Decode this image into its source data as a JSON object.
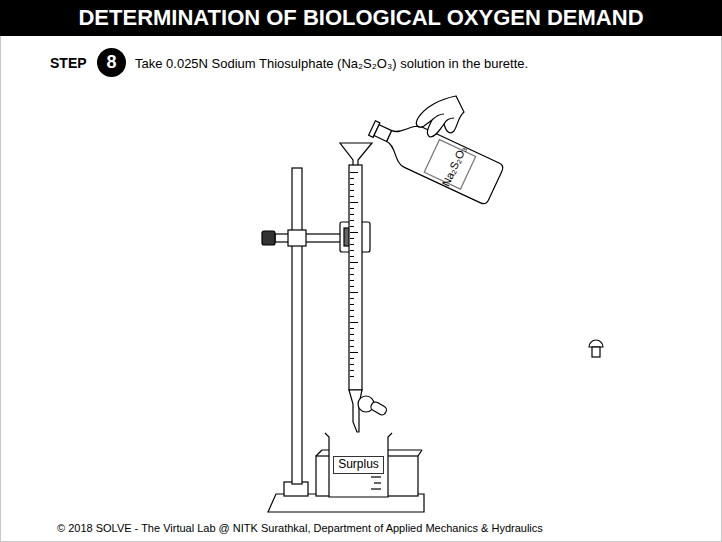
{
  "diagram": {
    "title": "DETERMINATION OF BIOLOGICAL OXYGEN DEMAND",
    "caption": "© 2018 SOLVE - The Virtual Lab @ NITK Surathkal, Department of Applied Mechanics & Hydraulics",
    "nodes": [
      {
        "text": [
          "8"
        ]
      },
      {
        "text": [
          "Surplus"
        ]
      }
    ],
    "labels": [
      "STEP",
      "Take 0.025N Sodium Thiosulphate (Na₂S₂O₃) solution in the burette.",
      "Na₂S₂O₃"
    ]
  }
}
